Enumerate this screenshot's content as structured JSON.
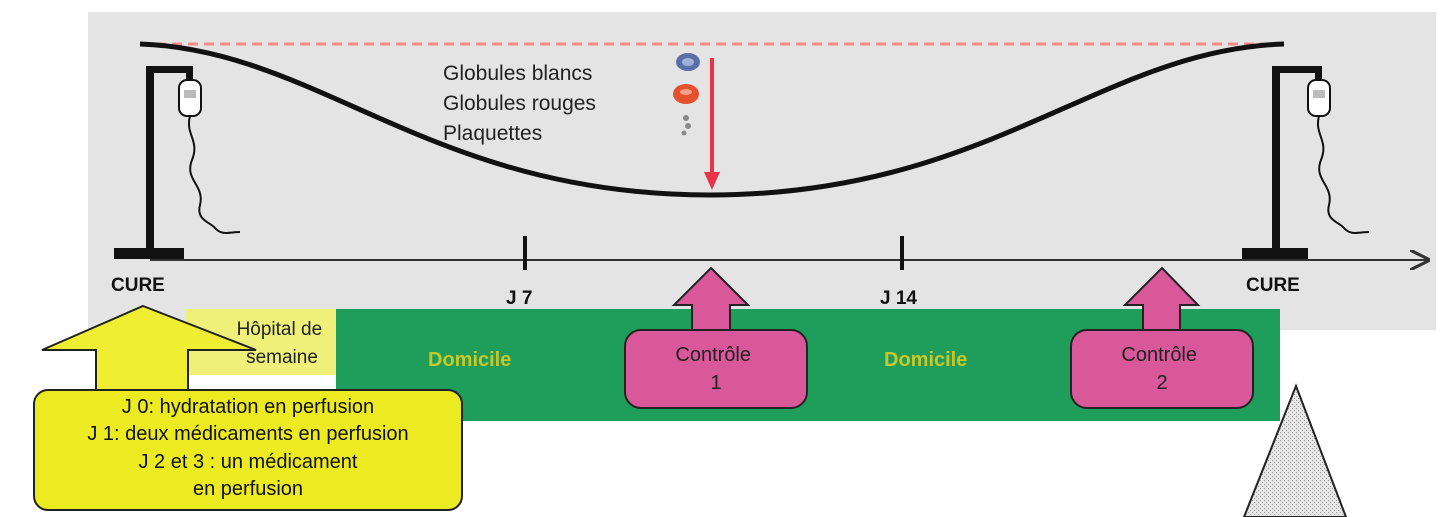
{
  "legend": {
    "white_cells": "Globules blancs",
    "red_cells": "Globules rouges",
    "platelets": "Plaquettes"
  },
  "timeline": {
    "start_label": "CURE",
    "end_label": "CURE",
    "ticks": [
      "J 7",
      "J 14"
    ]
  },
  "phases": {
    "hospital": "Hôpital de semaine",
    "home_1": "Domicile",
    "home_2": "Domicile"
  },
  "controls": {
    "control_1": "Contrôle 1",
    "control_2": "Contrôle 2"
  },
  "treatment_box": {
    "line_1": "J 0: hydratation en perfusion",
    "line_2": "J 1: deux médicaments en perfusion",
    "line_3": "J 2 et 3 : un médicament",
    "line_4": "en perfusion"
  },
  "colors": {
    "panel_bg": "#e4e4e4",
    "home_band": "#1f9d5a",
    "home_text": "#c6c82a",
    "hospital_bg": "#eef07a",
    "control_fill": "#d9589a",
    "treatment_fill": "#ecea20",
    "dashed_line": "#ff8a8a",
    "drop_arrow": "#e8334a"
  }
}
